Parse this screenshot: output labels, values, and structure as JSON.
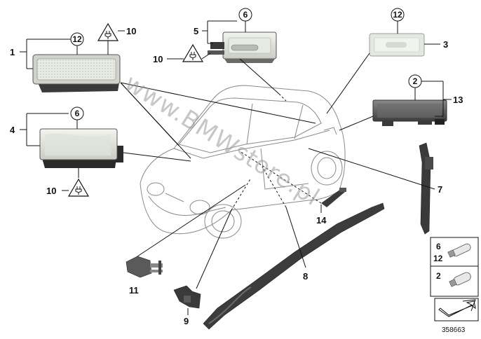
{
  "callouts": {
    "n1": "1",
    "n2": "2",
    "n3": "3",
    "n4": "4",
    "n5": "5",
    "n6a": "6",
    "n6b": "6",
    "n7": "7",
    "n8": "8",
    "n9": "9",
    "n10a": "10",
    "n10b": "10",
    "n10c": "10",
    "n11": "11",
    "n12a": "12",
    "n12b": "12",
    "n13": "13",
    "n14": "14"
  },
  "legend": {
    "bulb_a_top": "6",
    "bulb_a_bottom": "12",
    "bulb_b": "2"
  },
  "watermark": "www.BMWstore.pl",
  "reference_number": "358663",
  "colors": {
    "line": "#111111",
    "part_light": "#d8dcd4",
    "part_dark": "#555555",
    "car_outline": "#8a8a8a"
  },
  "icons": [
    "plug-warning-icon",
    "bulb-icon",
    "arrow-icon"
  ]
}
